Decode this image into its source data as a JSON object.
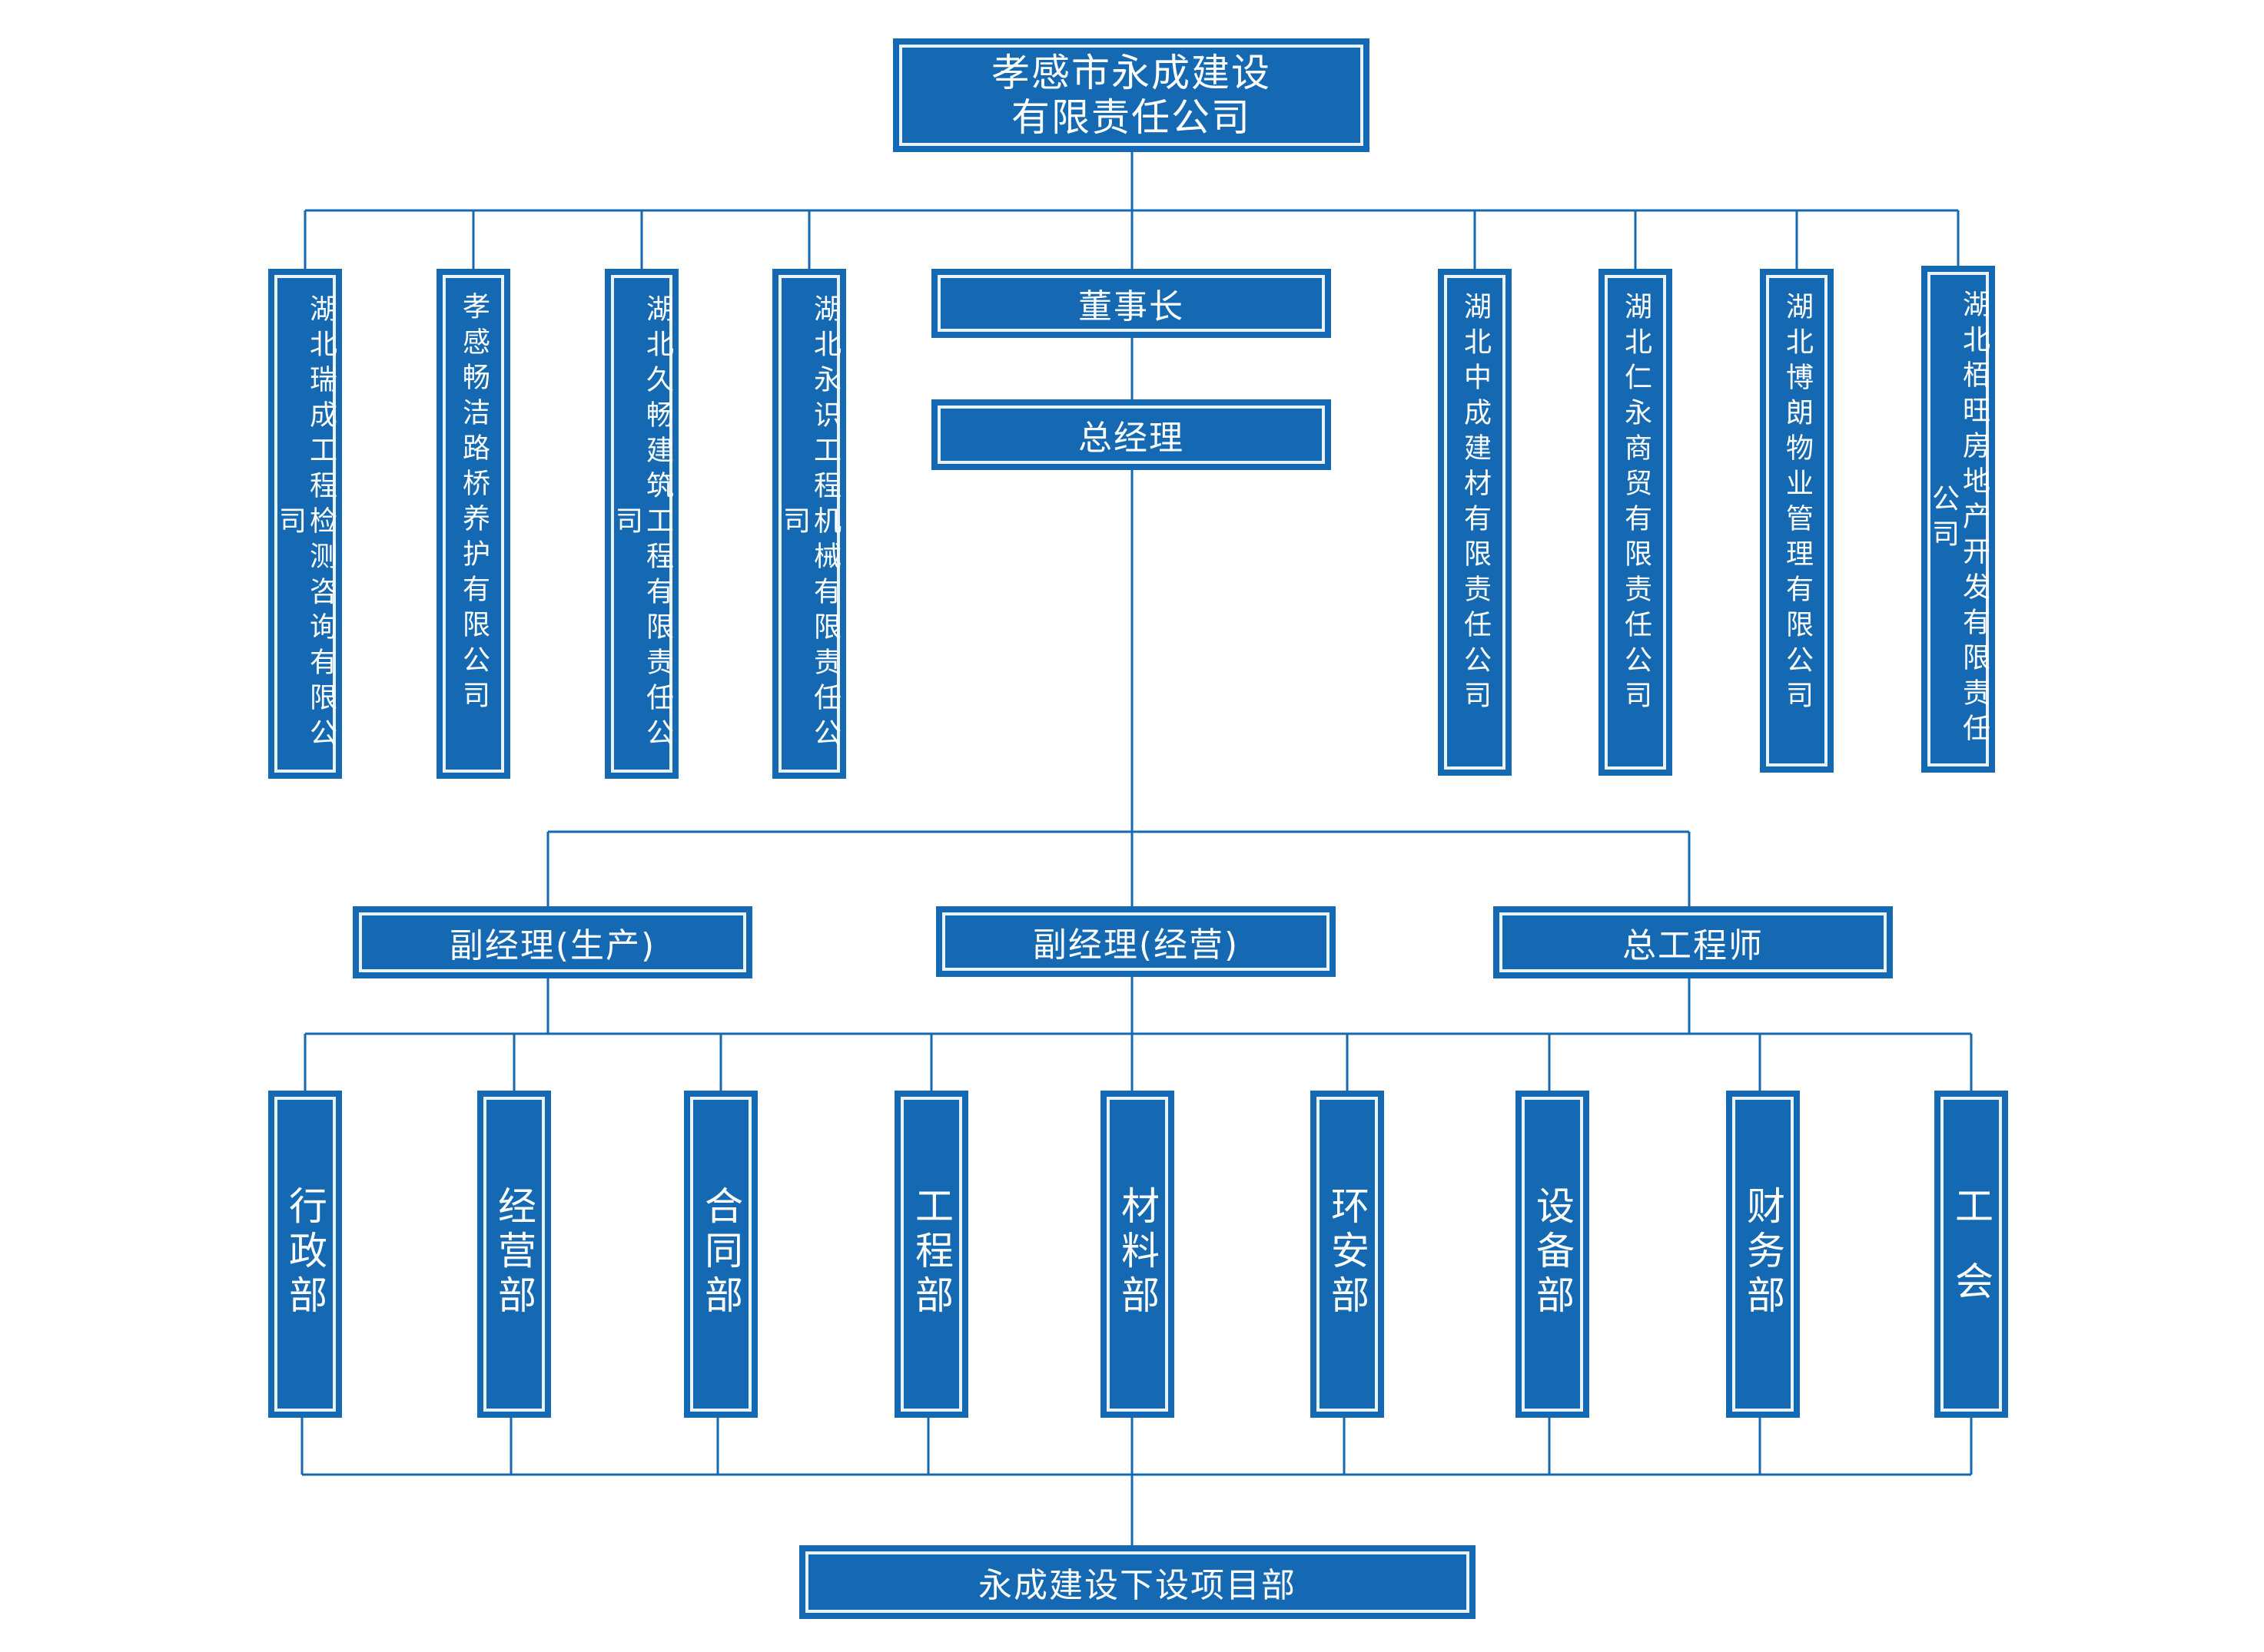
{
  "colors": {
    "box_fill": "#1469b2",
    "box_inner_line": "#eaf2fa",
    "connector": "#1469b2"
  },
  "top": {
    "line1": "孝感市永成建设",
    "line2": "有限责任公司"
  },
  "chairman": "董事长",
  "general_manager": "总经理",
  "subsidiaries": [
    "湖北瑞成工程检测咨询有限公司",
    "孝感畅洁路桥养护有限公司",
    "湖北久畅建筑工程有限责任公司",
    "湖北永识工程机械有限责任公司",
    "湖北中成建材有限责任公司",
    "湖北仁永商贸有限责任公司",
    "湖北博朗物业管理有限公司",
    "湖北栢旺房地产开发有限责任公司"
  ],
  "deputies": [
    "副经理(生产)",
    "副经理(经营)",
    "总工程师"
  ],
  "departments": [
    "行政部",
    "经营部",
    "合同部",
    "工程部",
    "材料部",
    "环安部",
    "设备部",
    "财务部",
    "工会"
  ],
  "project_dept": "永成建设下设项目部"
}
